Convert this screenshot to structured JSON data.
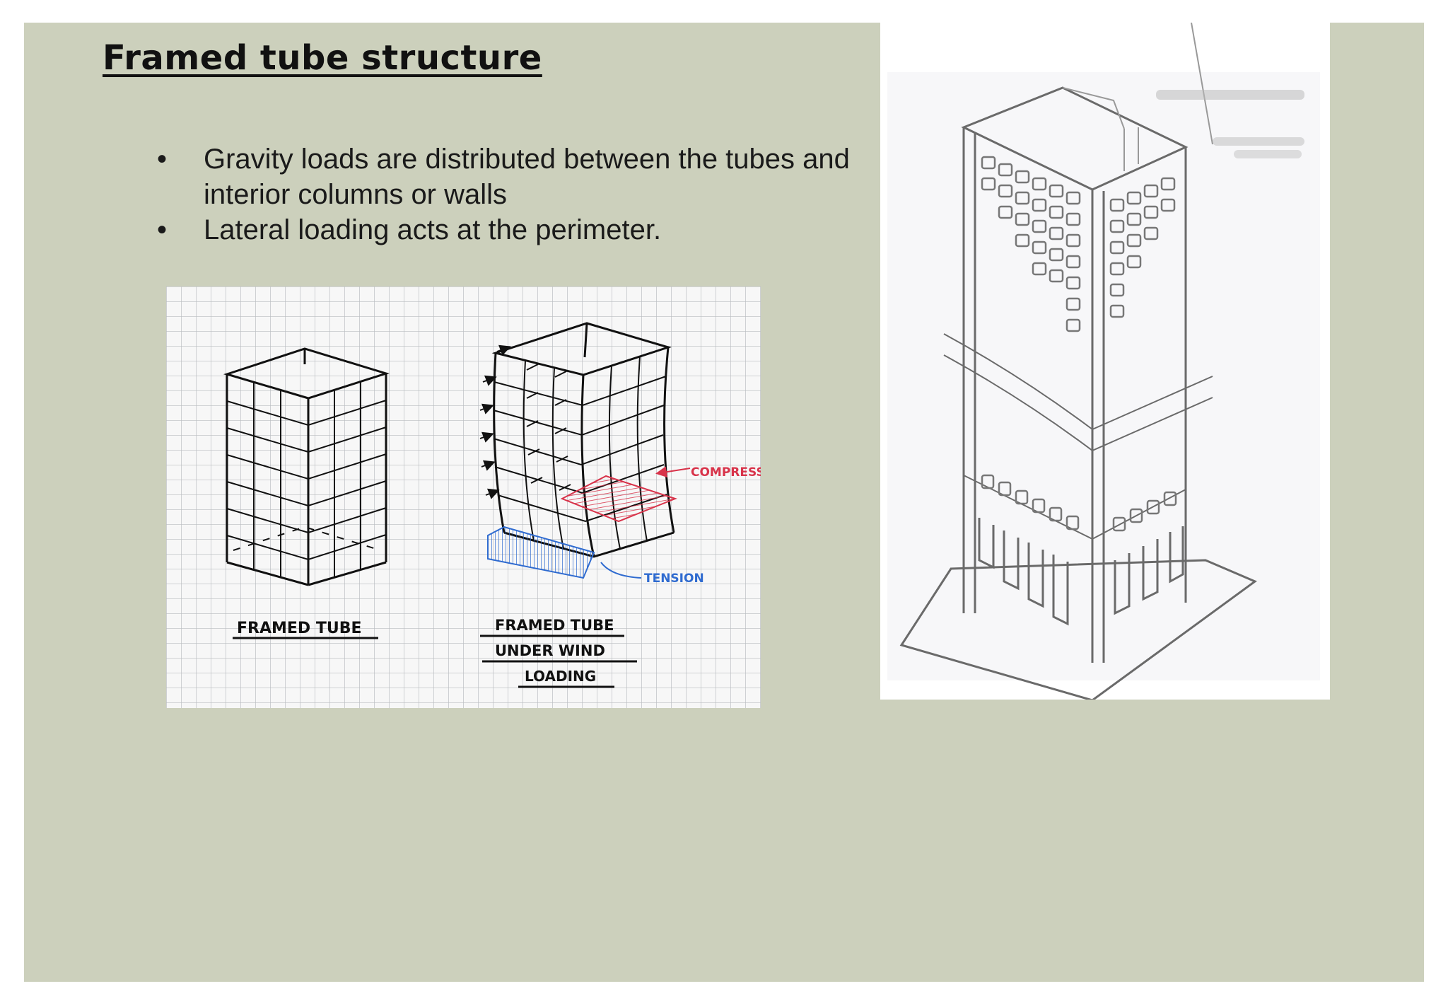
{
  "slide": {
    "title": "Framed tube structure",
    "bullets": [
      "Gravity loads are distributed between the tubes and interior columns or walls",
      "Lateral loading acts at the perimeter."
    ],
    "bullet_glyph": "•"
  },
  "figure_left": {
    "label_framed_tube": "FRAMED TUBE",
    "label_wind_line1": "FRAMED TUBE",
    "label_wind_line2": "UNDER WIND",
    "label_wind_line3": "LOADING",
    "label_compression": "COMPRESSION",
    "label_tension": "TENSION",
    "compression_color": "#d8334a",
    "tension_color": "#2f6bd0"
  },
  "figure_right": {},
  "colors": {
    "slide_bg": "#ccd0bc",
    "text": "#1a1a1a"
  }
}
